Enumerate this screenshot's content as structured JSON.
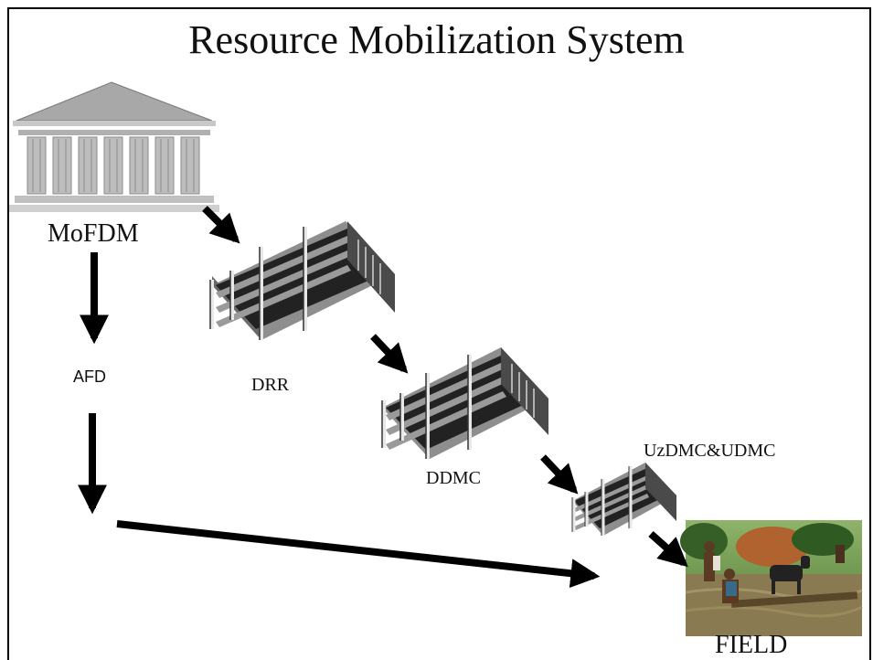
{
  "title": "Resource Mobilization System",
  "nodes": {
    "ministry": "MoFDM",
    "afd": "AFD",
    "drr": "DRR",
    "ddmc": "DDMC",
    "uzdmc": "UzDMC&UDMC",
    "field": "FIELD"
  },
  "colors": {
    "arrow": "#000000",
    "building_grey": "#9a9a9a",
    "building_dark": "#1a1a1a",
    "temple": "#a8a8a8",
    "water": "#8a7a52",
    "foliage": "#3f6b2a"
  },
  "icons": {
    "ministry": "government-building-icon",
    "office": "office-building-icon",
    "field": "flood-field-photo"
  }
}
